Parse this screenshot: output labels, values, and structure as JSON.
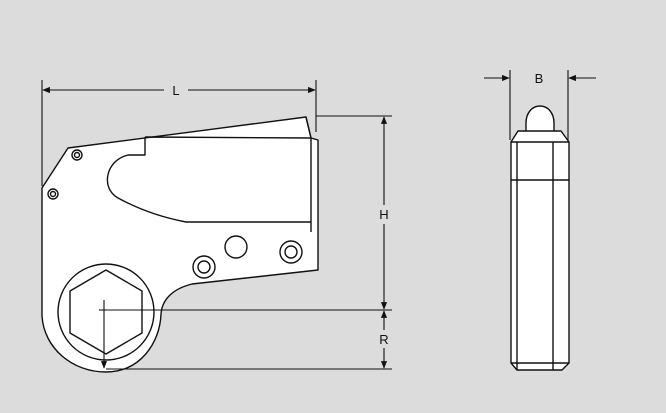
{
  "dimensions": {
    "length_label": "L",
    "width_label": "B",
    "height_label": "H",
    "radius_label": "R"
  },
  "colors": {
    "background": "#dcdcdc",
    "part_fill": "#ffffff",
    "outline": "#111111"
  },
  "views": [
    "side-view",
    "end-view"
  ]
}
